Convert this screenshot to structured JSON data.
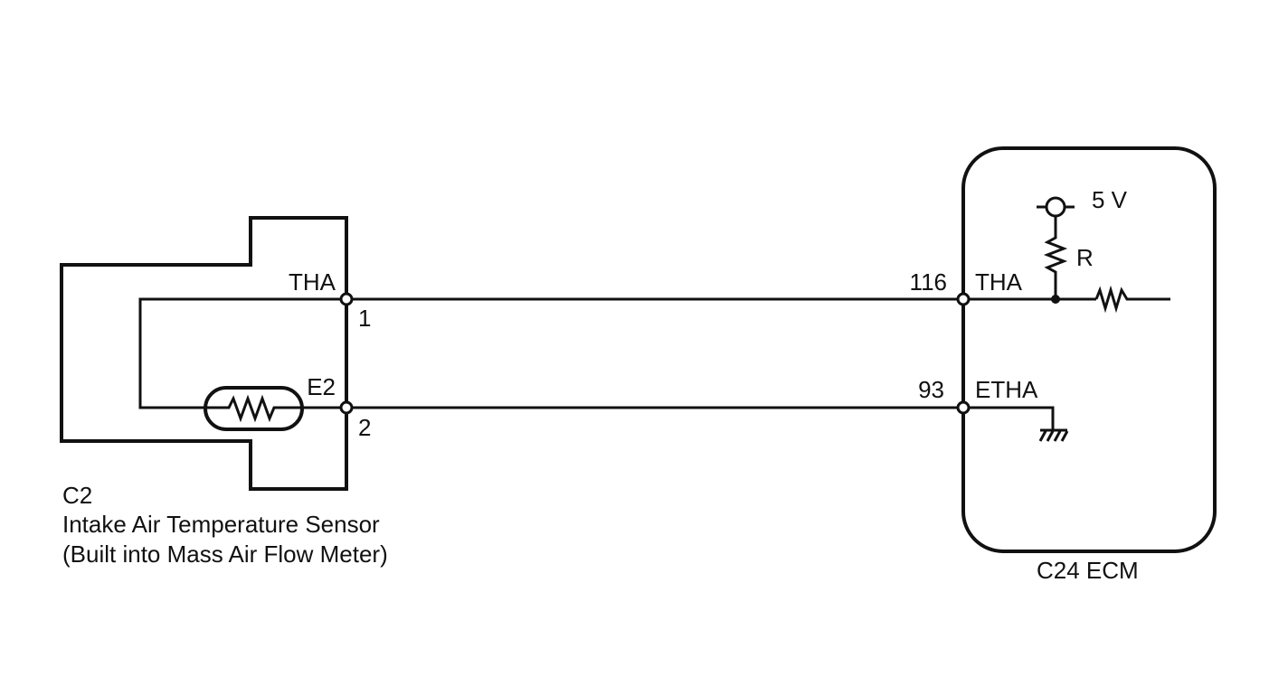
{
  "sensor": {
    "connector": "C2",
    "name": "Intake Air Temperature Sensor",
    "note": "(Built into Mass Air Flow Meter)",
    "terminals": [
      {
        "signal": "THA",
        "pin": "1"
      },
      {
        "signal": "E2",
        "pin": "2"
      }
    ]
  },
  "ecm": {
    "label": "C24  ECM",
    "supply": "5 V",
    "resistor": "R",
    "terminals": [
      {
        "pin": "116",
        "signal": "THA"
      },
      {
        "pin": "93",
        "signal": "ETHA"
      }
    ]
  }
}
